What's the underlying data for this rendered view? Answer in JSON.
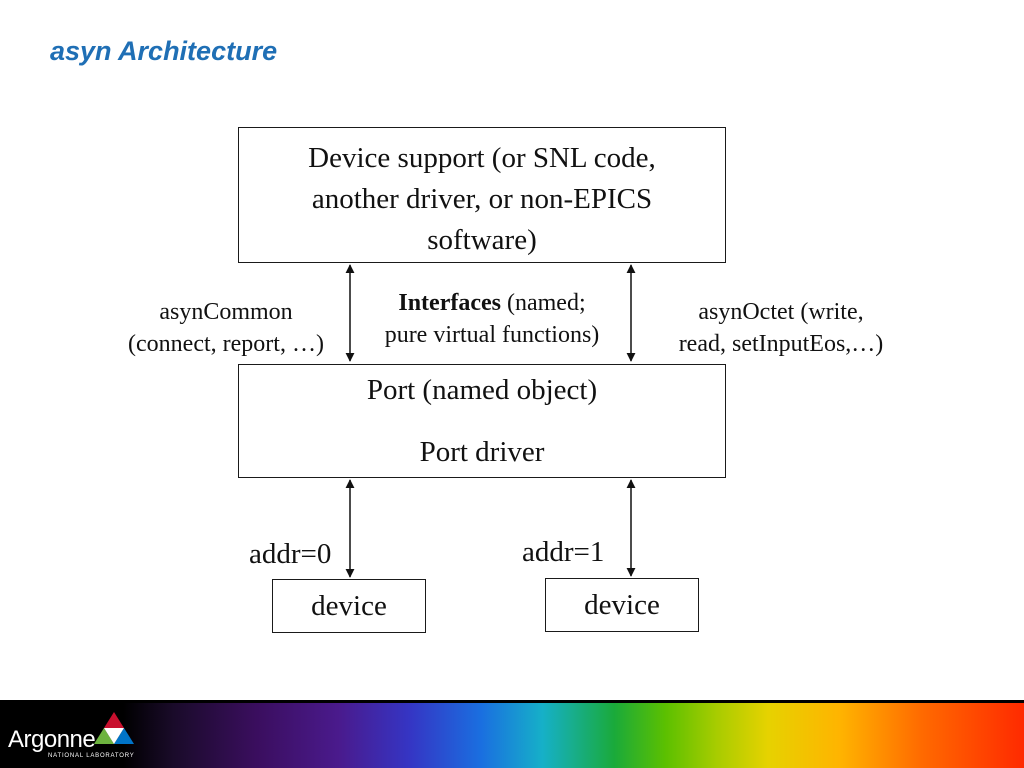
{
  "slide": {
    "title": "asyn Architecture"
  },
  "diagram": {
    "device_support_box": [
      "Device support (or SNL code,",
      "another driver, or non-EPICS",
      "software)"
    ],
    "left_label": [
      "asynCommon",
      "(connect, report, …)"
    ],
    "center_label": {
      "bold": "Interfaces",
      "rest": " (named;",
      "line2": "pure virtual functions)"
    },
    "right_label": [
      "asynOctet (write,",
      "read, setInputEos,…)"
    ],
    "port_box": {
      "line1": "Port (named object)",
      "line2": "Port driver"
    },
    "addr_left": "addr=0",
    "addr_right": "addr=1",
    "device_left": "device",
    "device_right": "device"
  },
  "footer": {
    "logo_name": "Argonne",
    "logo_subtitle": "NATIONAL LABORATORY",
    "logo_icon": "argonne-triangle-logo-icon"
  }
}
